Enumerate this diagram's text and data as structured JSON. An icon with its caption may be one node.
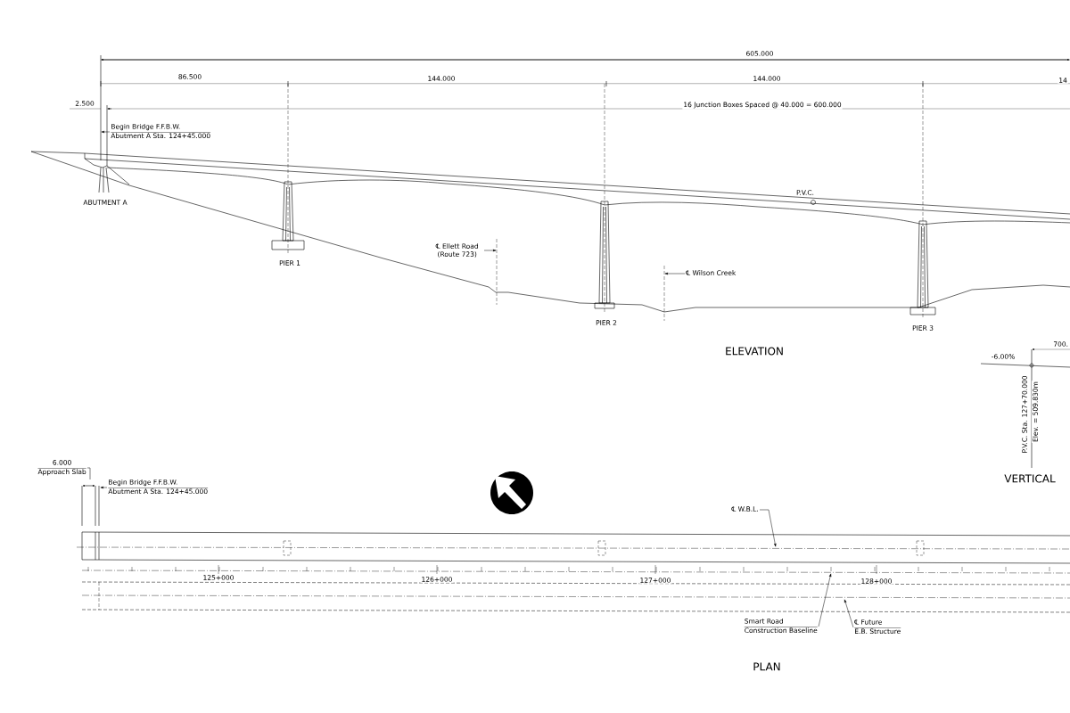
{
  "diagram": {
    "nodes": [
      {
        "text": [
          "Begin Bridge F.F.B.W.",
          "Abutment A Sta. 124+45.000"
        ]
      },
      {
        "text": [
          "℄ Ellett Road (Route 723)"
        ]
      },
      {
        "text": [
          "℄ Wilson Creek"
        ]
      },
      {
        "text": [
          "6.000",
          "Approach Slab"
        ]
      },
      {
        "text": [
          "Begin Bridge F.F.B.W.",
          "Abutment A Sta. 124+45.000"
        ]
      },
      {
        "text": [
          "℄ W.B.L."
        ]
      },
      {
        "text": [
          "Smart Road",
          "Construction Baseline"
        ]
      },
      {
        "text": [
          "℄ Future",
          "E.B. Structure"
        ]
      }
    ],
    "edges": [
      {
        "from": 0,
        "to": null,
        "arrow": "to"
      },
      {
        "from": 1,
        "to": null,
        "arrow": "to"
      },
      {
        "from": 2,
        "to": null,
        "arrow": "to"
      },
      {
        "from": 3,
        "to": null,
        "arrow": "none"
      },
      {
        "from": 4,
        "to": null,
        "arrow": "to"
      },
      {
        "from": 5,
        "to": null,
        "arrow": "to"
      },
      {
        "from": 6,
        "to": null,
        "arrow": "to"
      },
      {
        "from": 7,
        "to": null,
        "arrow": "to"
      }
    ],
    "labels": [
      "605.000",
      "86.500",
      "144.000",
      "144.000",
      "14",
      "2.500",
      "16 Junction Boxes Spaced @ 40.000 = 600.000",
      "ABUTMENT A",
      "PIER 1",
      "P.V.C.",
      "PIER 2",
      "PIER 3",
      "ELEVATION",
      "700.",
      "-6.00%",
      "P.V.C. Sta. 127+70.000",
      "Elev. = 509.830m",
      "VERTICAL",
      "125+000",
      "126+000",
      "127+000",
      "128+000",
      "PLAN"
    ]
  }
}
